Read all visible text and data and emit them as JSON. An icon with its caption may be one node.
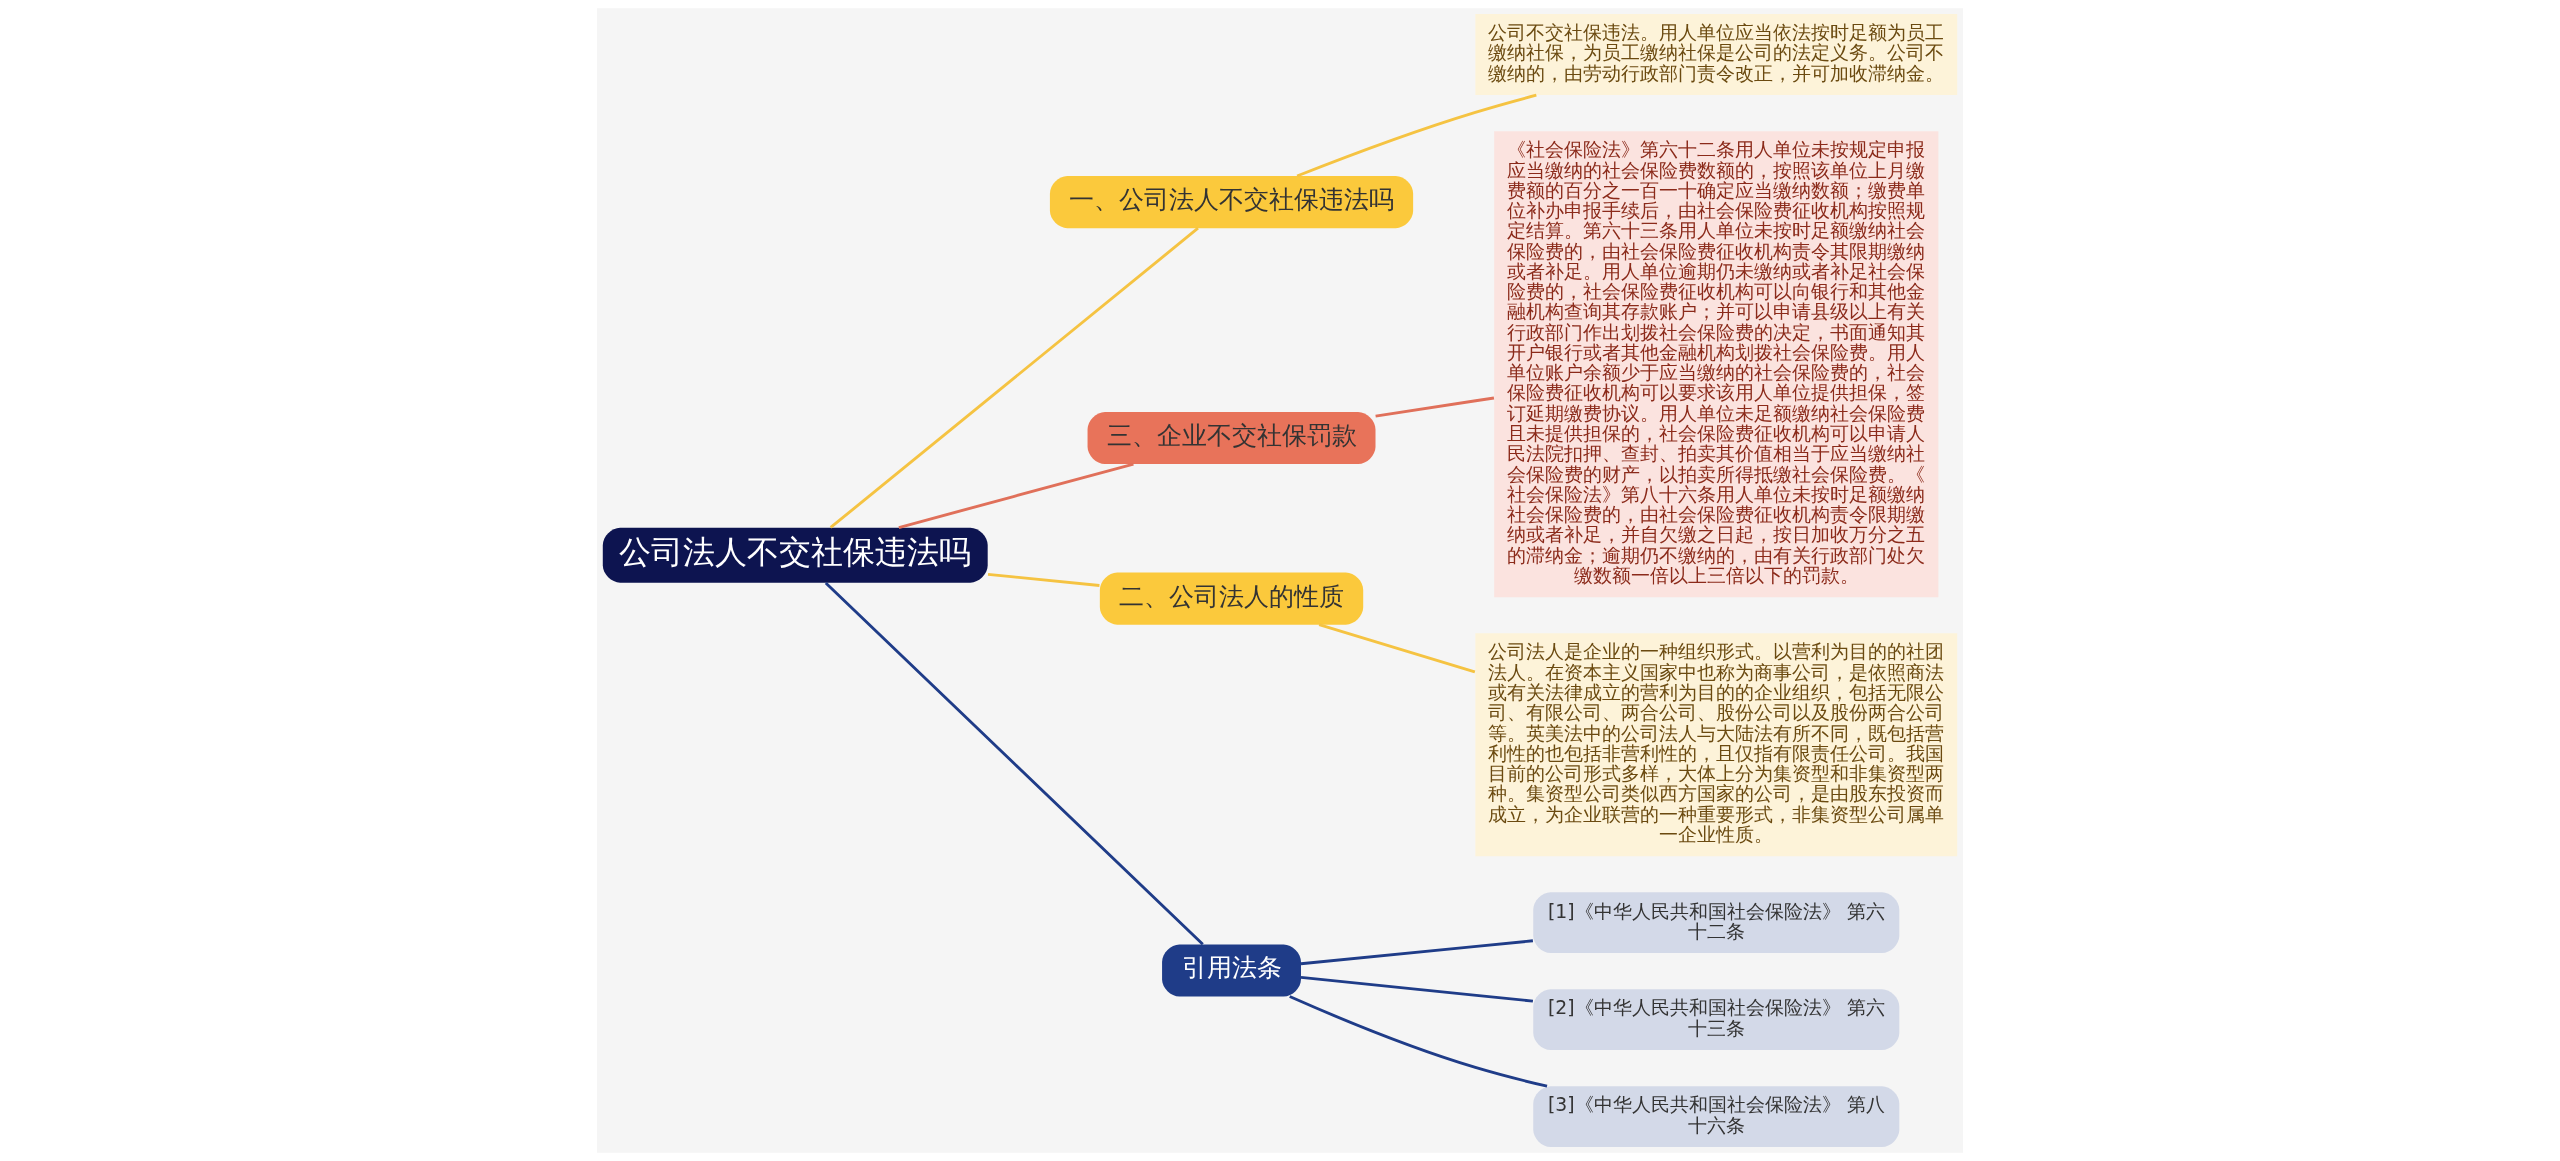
{
  "diagram": {
    "nodes": [
      {
        "text": [
          "公司法人不交社保违法吗"
        ]
      },
      {
        "text": [
          "一、公司法人不交社保违法吗"
        ]
      },
      {
        "text": [
          "公司不交社保违法。用人单位应当依法按时足额为员工缴纳社保，为员工缴纳社保是公司的法定义务。公司不缴纳的，由劳动行政部门责令改正，并可加收滞纳金。"
        ]
      },
      {
        "text": [
          "三、企业不交社保罚款"
        ]
      },
      {
        "text": [
          "《社会保险法》第六十二条用人单位未按规定申报应当缴纳的社会保险费数额的，按照该单位上月缴费额的百分之一百一十确定应当缴纳数额；缴费单位补办申报手续后，由社会保险费征收机构按照规定结算。第六十三条用人单位未按时足额缴纳社会保险费的，由社会保险费征收机构责令其限期缴纳或者补足。用人单位逾期仍未缴纳或者补足社会保险费的，社会保险费征收机构可以向银行和其他金融机构查询其存款账户；并可以申请县级以上有关行政部门作出划拨社会保险费的决定，书面通知其开户银行或者其他金融机构划拨社会保险费。用人单位账户余额少于应当缴纳的社会保险费的，社会保险费征收机构可以要求该用人单位提供担保，签订延期缴费协议。用人单位未足额缴纳社会保险费且未提供担保的，社会保险费征收机构可以申请人民法院扣押、查封、拍卖其价值相当于应当缴纳社会保险费的财产，以拍卖所得抵缴社会保险费。《社会保险法》第八十六条用人单位未按时足额缴纳社会保险费的，由社会保险费征收机构责令限期缴纳或者补足，并自欠缴之日起，按日加收万分之五的滞纳金；逾期仍不缴纳的，由有关行政部门处欠缴数额一倍以上三倍以下的罚款。"
        ]
      },
      {
        "text": [
          "二、公司法人的性质"
        ]
      },
      {
        "text": [
          "公司法人是企业的一种组织形式。以营利为目的的社团法人。在资本主义国家中也称为商事公司，是依照商法或有关法律成立的营利为目的的企业组织，包括无限公司、有限公司、两合公司、股份公司以及股份两合公司等。英美法中的公司法人与大陆法有所不同，既包括营利性的也包括非营利性的，且仅指有限责任公司。我国目前的公司形式多样，大体上分为集资型和非集资型两种。集资型公司类似西方国家的公司，是由股东投资而成立，为企业联营的一种重要形式，非集资型公司属单一企业性质。"
        ]
      },
      {
        "text": [
          "引用法条"
        ]
      },
      {
        "text": [
          "[1]《中华人民共和国社会保险法》 第六十二条"
        ]
      },
      {
        "text": [
          "[2]《中华人民共和国社会保险法》 第六十三条"
        ]
      },
      {
        "text": [
          "[3]《中华人民共和国社会保险法》 第八十六条"
        ]
      }
    ],
    "edges": [
      {
        "from": 0,
        "to": 1,
        "arrow": "none",
        "color": "#f5c342"
      },
      {
        "from": 1,
        "to": 2,
        "arrow": "none",
        "color": "#f5c342"
      },
      {
        "from": 0,
        "to": 3,
        "arrow": "none",
        "color": "#e0705a"
      },
      {
        "from": 3,
        "to": 4,
        "arrow": "none",
        "color": "#e0705a"
      },
      {
        "from": 0,
        "to": 5,
        "arrow": "none",
        "color": "#f5c342"
      },
      {
        "from": 5,
        "to": 6,
        "arrow": "none",
        "color": "#f5c342"
      },
      {
        "from": 0,
        "to": 7,
        "arrow": "none",
        "color": "#1f3c88"
      },
      {
        "from": 7,
        "to": 8,
        "arrow": "none",
        "color": "#1f3c88"
      },
      {
        "from": 7,
        "to": 9,
        "arrow": "none",
        "color": "#1f3c88"
      },
      {
        "from": 7,
        "to": 10,
        "arrow": "none",
        "color": "#1f3c88"
      }
    ]
  }
}
